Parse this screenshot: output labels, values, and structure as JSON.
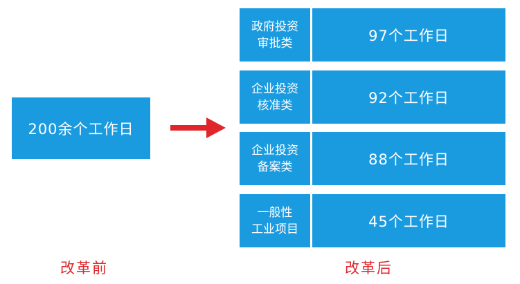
{
  "before": {
    "label": "200余个工作日",
    "caption": "改革前"
  },
  "after": {
    "caption": "改革后",
    "rows": [
      {
        "category_line1": "政府投资",
        "category_line2": "审批类",
        "duration": "97个工作日"
      },
      {
        "category_line1": "企业投资",
        "category_line2": "核准类",
        "duration": "92个工作日"
      },
      {
        "category_line1": "企业投资",
        "category_line2": "备案类",
        "duration": "88个工作日"
      },
      {
        "category_line1": "一般性",
        "category_line2": "工业项目",
        "duration": "45个工作日"
      }
    ]
  },
  "colors": {
    "box_fill": "#1a9be0",
    "box_text": "#ffffff",
    "arrow": "#e0262a",
    "caption_text": "#e0262a"
  },
  "icons": {
    "transition": "right-arrow-icon"
  }
}
